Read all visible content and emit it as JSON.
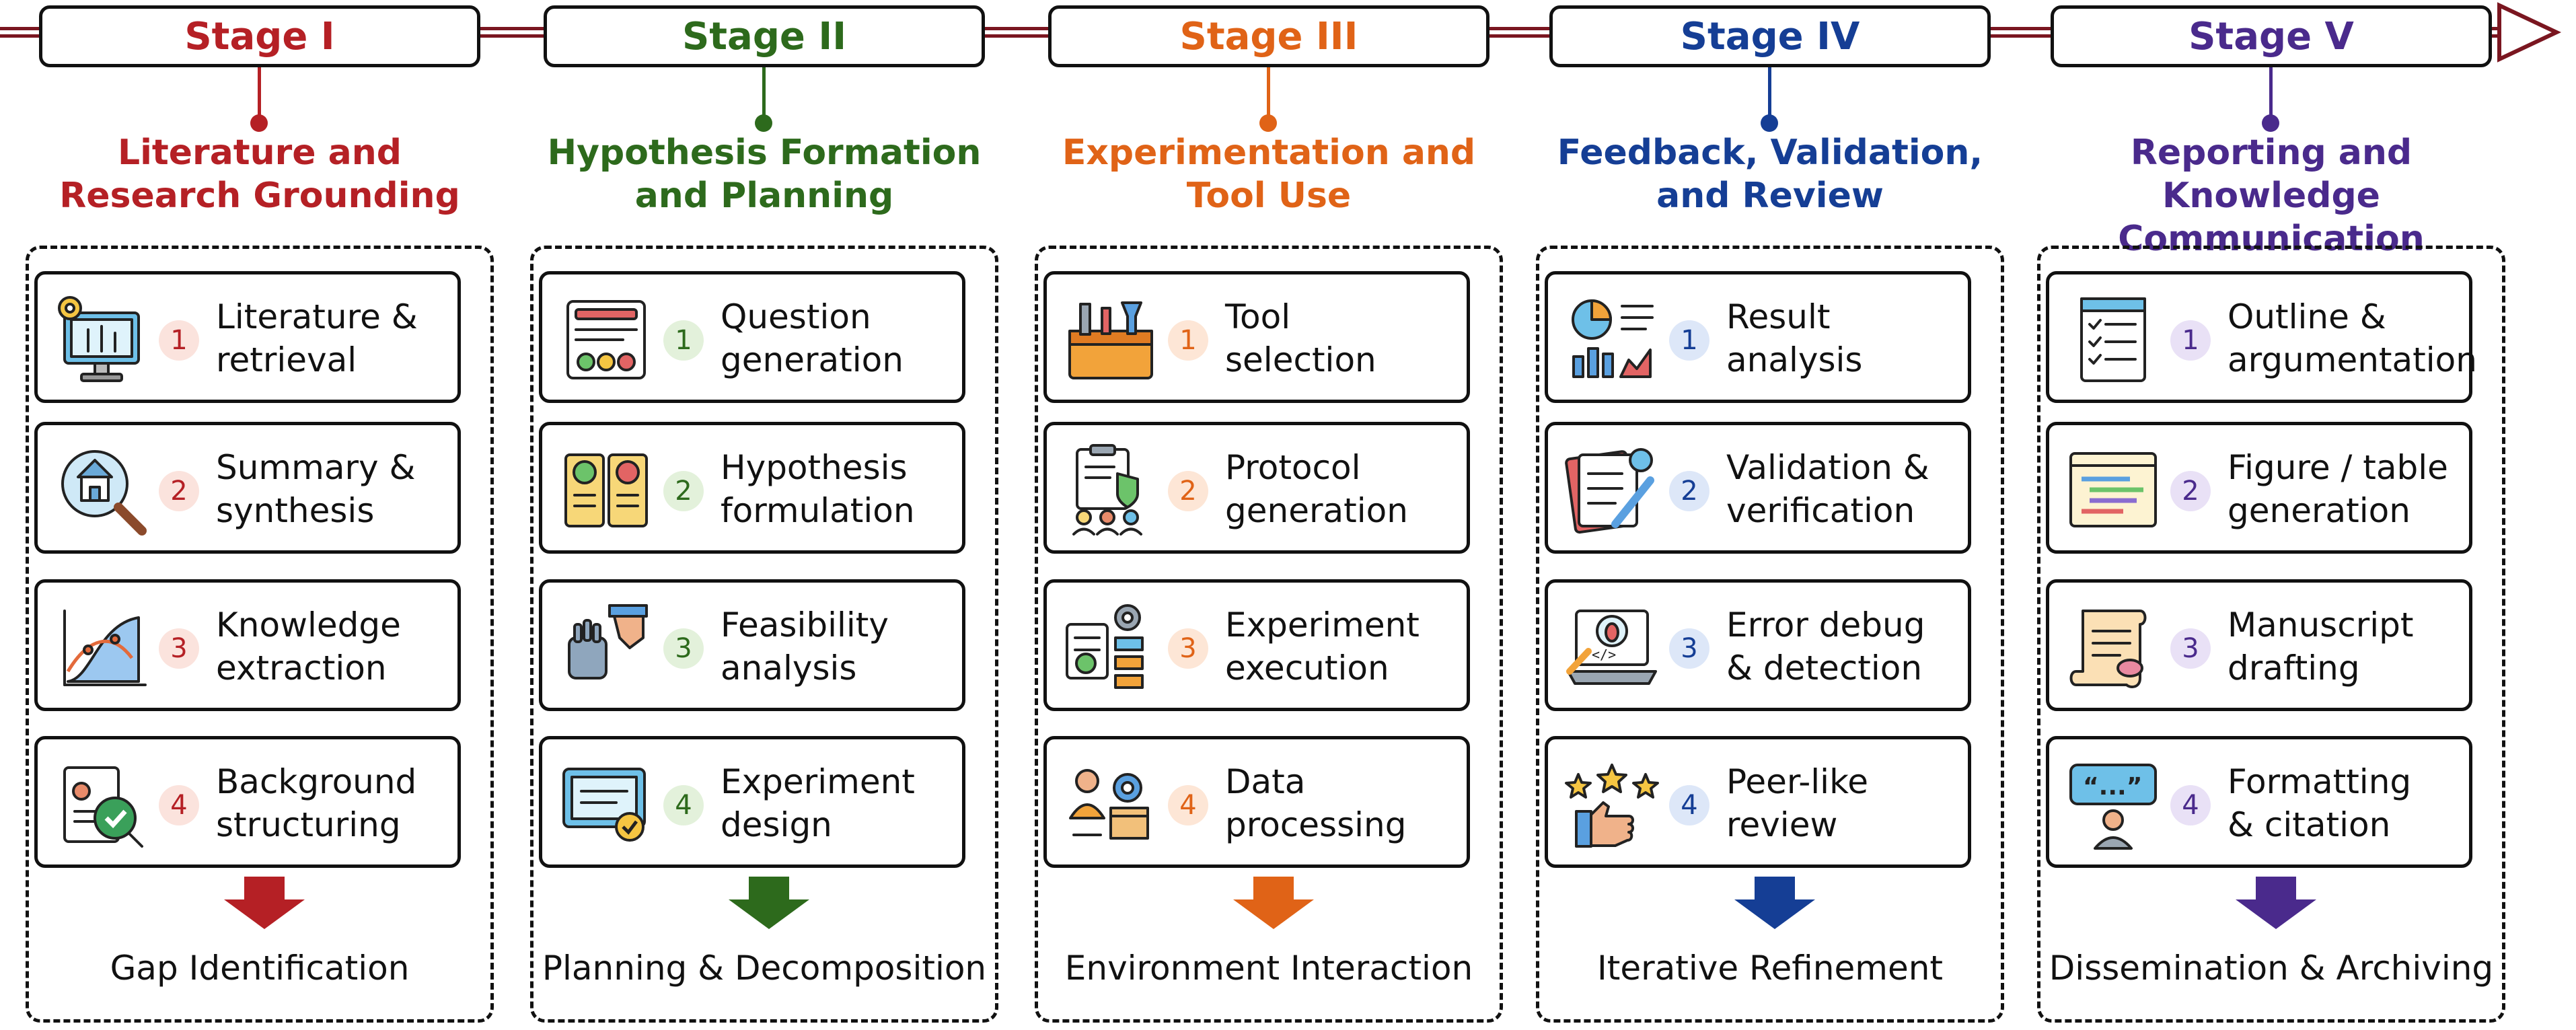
{
  "stages": [
    {
      "header": "Stage I",
      "title_line1": "Literature and",
      "title_line2": "Research Grounding",
      "color": "#b52025",
      "light": "#fbe3dd",
      "steps": [
        {
          "num": "1",
          "line1": "Literature &",
          "line2": "retrieval",
          "icon": "computer-research-icon"
        },
        {
          "num": "2",
          "line1": "Summary &",
          "line2": "synthesis",
          "icon": "magnifier-building-icon"
        },
        {
          "num": "3",
          "line1": "Knowledge",
          "line2": "extraction",
          "icon": "curve-chart-icon"
        },
        {
          "num": "4",
          "line1": "Background",
          "line2": "structuring",
          "icon": "profile-check-icon"
        }
      ],
      "footer": "Gap Identification"
    },
    {
      "header": "Stage II",
      "title_line1": "Hypothesis Formation",
      "title_line2": "and Planning",
      "color": "#2d6a1c",
      "light": "#e3f1db",
      "steps": [
        {
          "num": "1",
          "line1": "Question",
          "line2": "generation",
          "icon": "survey-faces-icon"
        },
        {
          "num": "2",
          "line1": "Hypothesis",
          "line2": "formulation",
          "icon": "check-cross-board-icon"
        },
        {
          "num": "3",
          "line1": "Feasibility",
          "line2": "analysis",
          "icon": "robot-hand-icon"
        },
        {
          "num": "4",
          "line1": "Experiment",
          "line2": "design",
          "icon": "certificate-icon"
        }
      ],
      "footer": "Planning & Decomposition"
    },
    {
      "header": "Stage III",
      "title_line1": "Experimentation and",
      "title_line2": "Tool Use",
      "color": "#e06317",
      "light": "#fde6d6",
      "steps": [
        {
          "num": "1",
          "line1": "Tool",
          "line2": "selection",
          "icon": "toolbox-icon"
        },
        {
          "num": "2",
          "line1": "Protocol",
          "line2": "generation",
          "icon": "clipboard-team-icon"
        },
        {
          "num": "3",
          "line1": "Experiment",
          "line2": "execution",
          "icon": "gear-flowchart-icon"
        },
        {
          "num": "4",
          "line1": "Data",
          "line2": "processing",
          "icon": "person-gear-box-icon"
        }
      ],
      "footer": "Environment Interaction"
    },
    {
      "header": "Stage IV",
      "title_line1": "Feedback, Validation,",
      "title_line2": "and Review",
      "color": "#153e95",
      "light": "#dde7f8",
      "steps": [
        {
          "num": "1",
          "line1": "Result",
          "line2": "analysis",
          "icon": "analytics-dashboard-icon"
        },
        {
          "num": "2",
          "line1": "Validation &",
          "line2": "verification",
          "icon": "checklist-pen-icon"
        },
        {
          "num": "3",
          "line1": "Error debug",
          "line2": "& detection",
          "icon": "laptop-bug-icon"
        },
        {
          "num": "4",
          "line1": "Peer-like",
          "line2": "review",
          "icon": "thumbs-up-stars-icon"
        }
      ],
      "footer": "Iterative Refinement"
    },
    {
      "header": "Stage V",
      "title_line1": "Reporting and Knowledge",
      "title_line2": "Communication",
      "color": "#4a2a8c",
      "light": "#e9e1f6",
      "steps": [
        {
          "num": "1",
          "line1": "Outline &",
          "line2": "argumentation",
          "icon": "checklist-clipboard-icon"
        },
        {
          "num": "2",
          "line1": "Figure / table",
          "line2": "generation",
          "icon": "code-window-icon"
        },
        {
          "num": "3",
          "line1": "Manuscript",
          "line2": "drafting",
          "icon": "scroll-icon"
        },
        {
          "num": "4",
          "line1": "Formatting",
          "line2": "& citation",
          "icon": "speech-quote-person-icon"
        }
      ],
      "footer": "Dissemination & Archiving"
    }
  ],
  "timeline": {
    "color": "#7a1620"
  }
}
